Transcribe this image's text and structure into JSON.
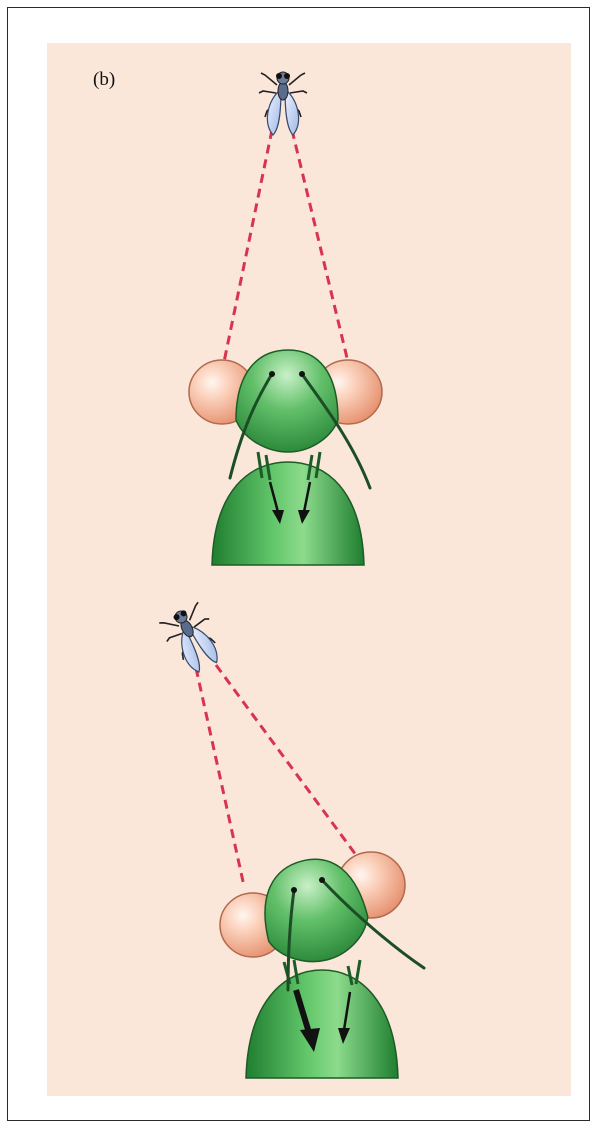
{
  "figure": {
    "panel_label": "(b)"
  },
  "colors": {
    "background": "#fbe6da",
    "sight_line": "#d9344f",
    "head_green": "#3f9d4c",
    "eye": "#f3b59b",
    "fly_wing": "#b9cdf0",
    "arrow": "#111111"
  },
  "scenes": [
    {
      "name": "centered-target",
      "description_visible": false
    },
    {
      "name": "offset-target",
      "description_visible": false
    }
  ]
}
